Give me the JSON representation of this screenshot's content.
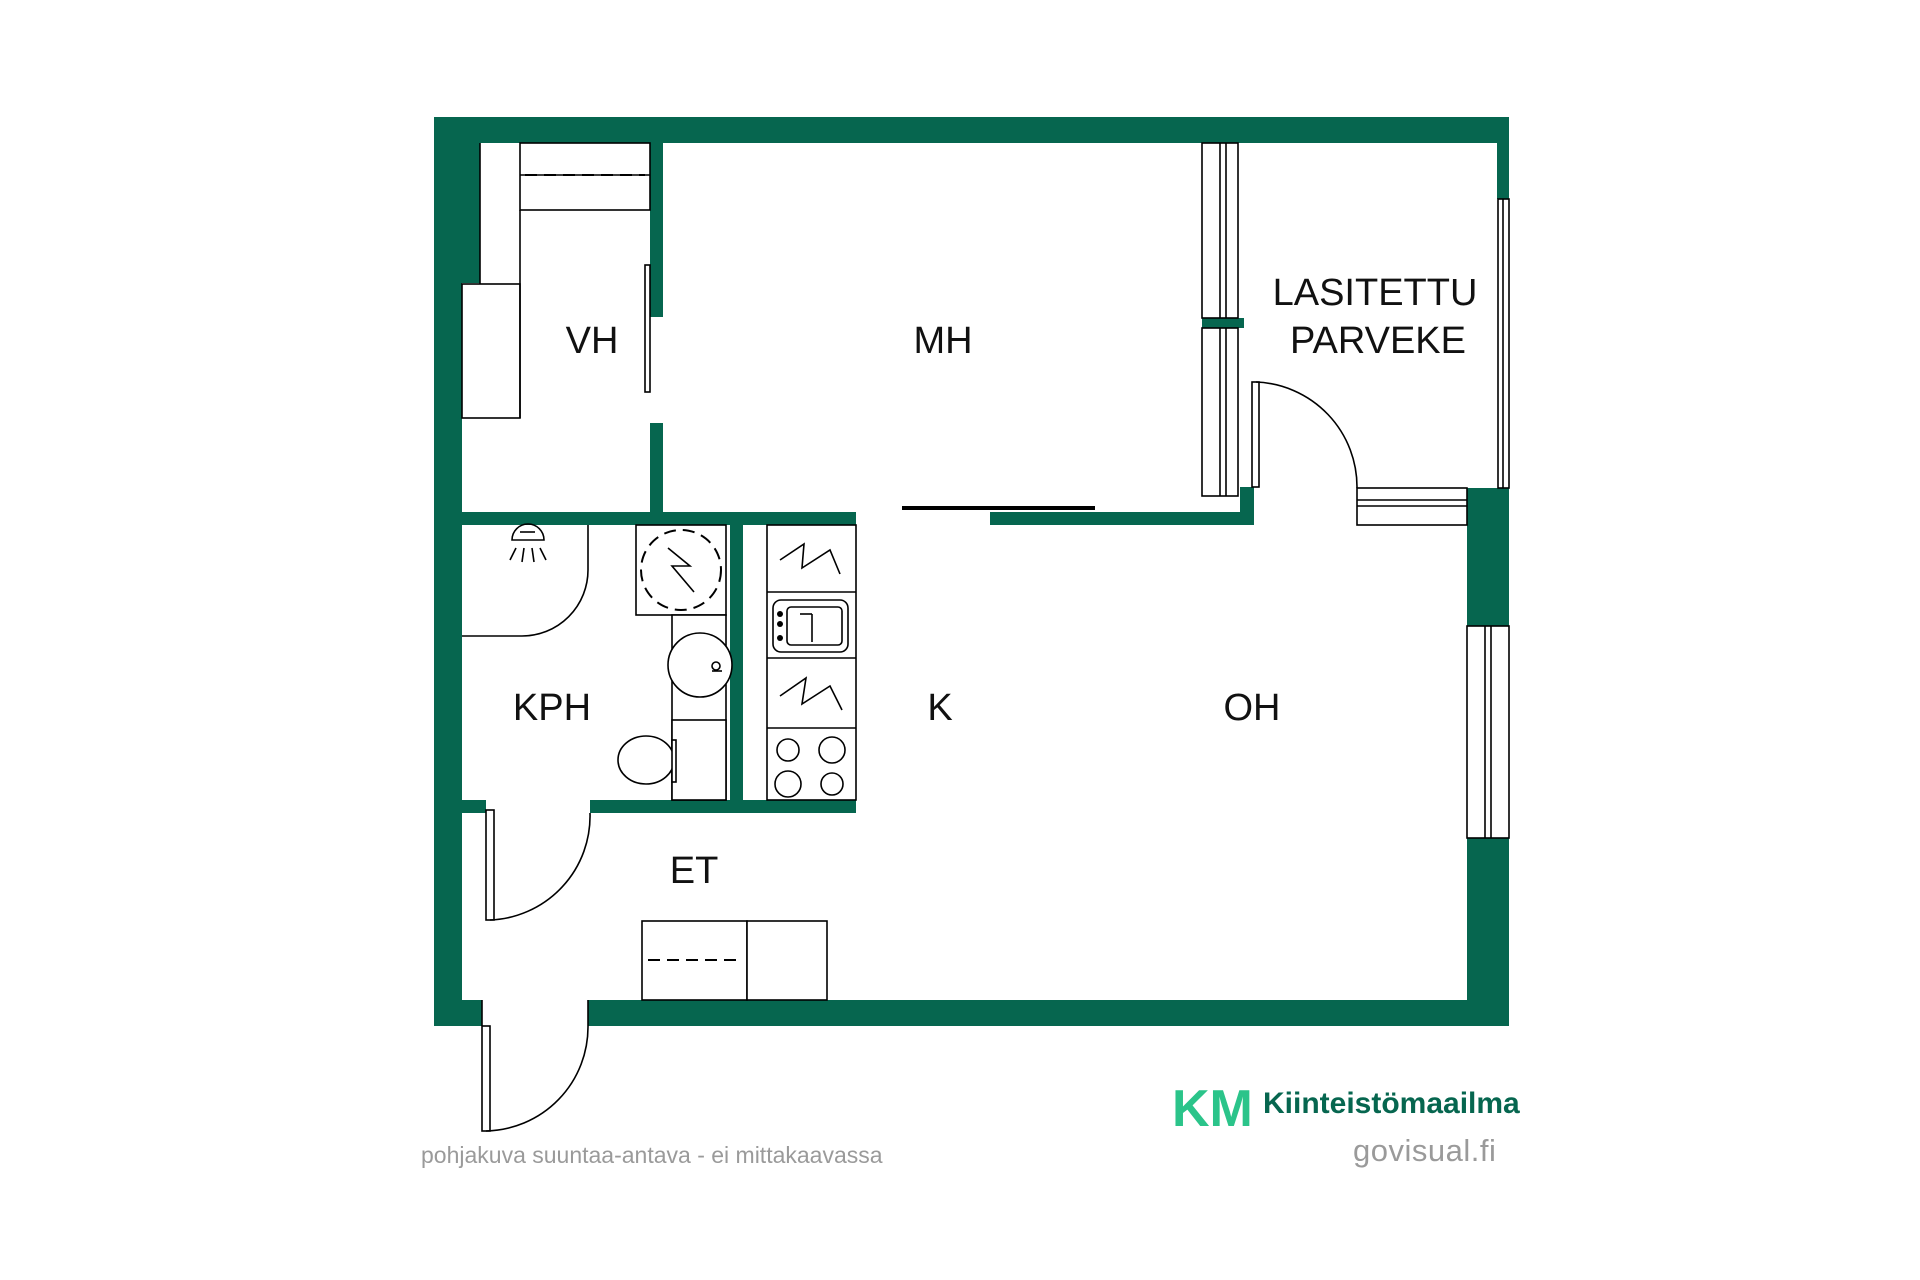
{
  "rooms": {
    "vh": "VH",
    "mh": "MH",
    "balcony_line1": "LASITETTU",
    "balcony_line2": "PARVEKE",
    "kph": "KPH",
    "k": "K",
    "oh": "OH",
    "et": "ET"
  },
  "footer": {
    "disclaimer": "pohjakuva suuntaa-antava - ei mittakaavassa",
    "credit": "govisual.fi"
  },
  "brand": {
    "logo_text": "KM",
    "name": "Kiinteistömaailma"
  },
  "colors": {
    "wall": "#06664f",
    "logo_light": "#2bc48a",
    "text_muted": "#9a9a9a"
  }
}
